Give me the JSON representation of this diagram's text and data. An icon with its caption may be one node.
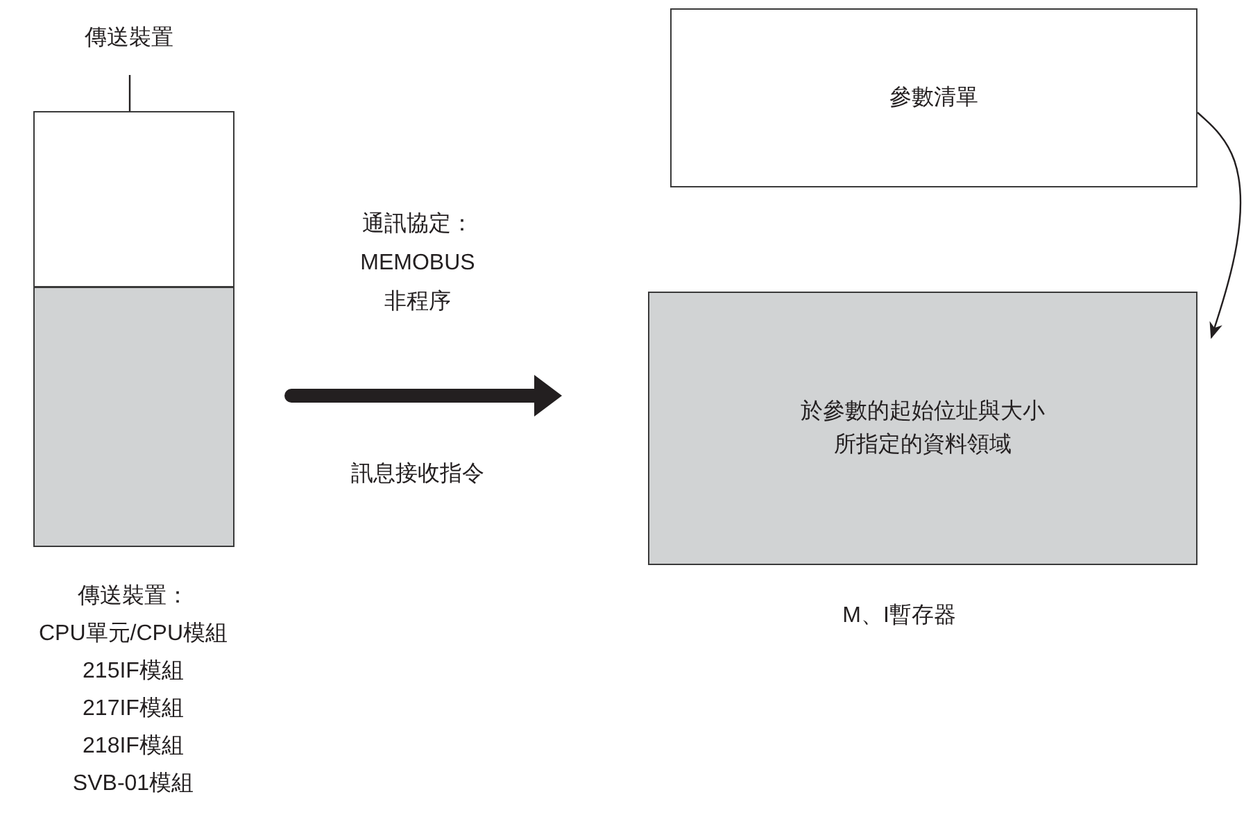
{
  "diagram": {
    "nodes": [
      {
        "text": [
          "傳送裝置"
        ]
      },
      {
        "text": [],
        "shape": "box",
        "beside": [
          "傳送裝置：",
          "CPU單元/CPU模組",
          "215IF模組",
          "217IF模組",
          "218IF模組",
          "SVB-01模組"
        ]
      },
      {
        "text": [
          "參數清單"
        ]
      },
      {
        "text": [
          "於參數的起始位址與大小所指定的資料領域"
        ],
        "beside": [
          "M、I暫存器"
        ]
      }
    ],
    "edges": [
      {
        "from": 0,
        "to": 1,
        "arrow": "none"
      },
      {
        "from": 1,
        "to": 3,
        "arrow": "to",
        "style": "thick"
      },
      {
        "from": 2,
        "to": 3,
        "arrow": "to"
      }
    ],
    "labels": [
      "通訊協定：",
      "MEMOBUS",
      "非程序",
      "訊息接收指令"
    ]
  }
}
